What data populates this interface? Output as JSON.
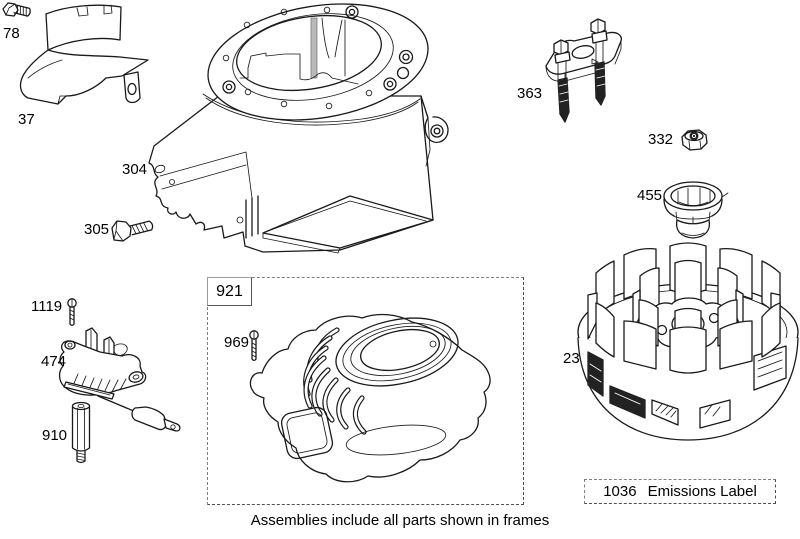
{
  "page": {
    "caption": "Assemblies include all parts shown in frames"
  },
  "part_labels": {
    "78": "78",
    "37": "37",
    "304": "304",
    "305": "305",
    "363": "363",
    "332": "332",
    "455": "455",
    "23": "23",
    "921": "921",
    "969": "969",
    "1119": "1119",
    "474": "474",
    "910": "910"
  },
  "emissions_box": {
    "number": "1036",
    "label": "Emissions Label"
  },
  "colors": {
    "line": "#1a1a1a",
    "background": "#ffffff",
    "frame_border": "#7f7f7f"
  }
}
